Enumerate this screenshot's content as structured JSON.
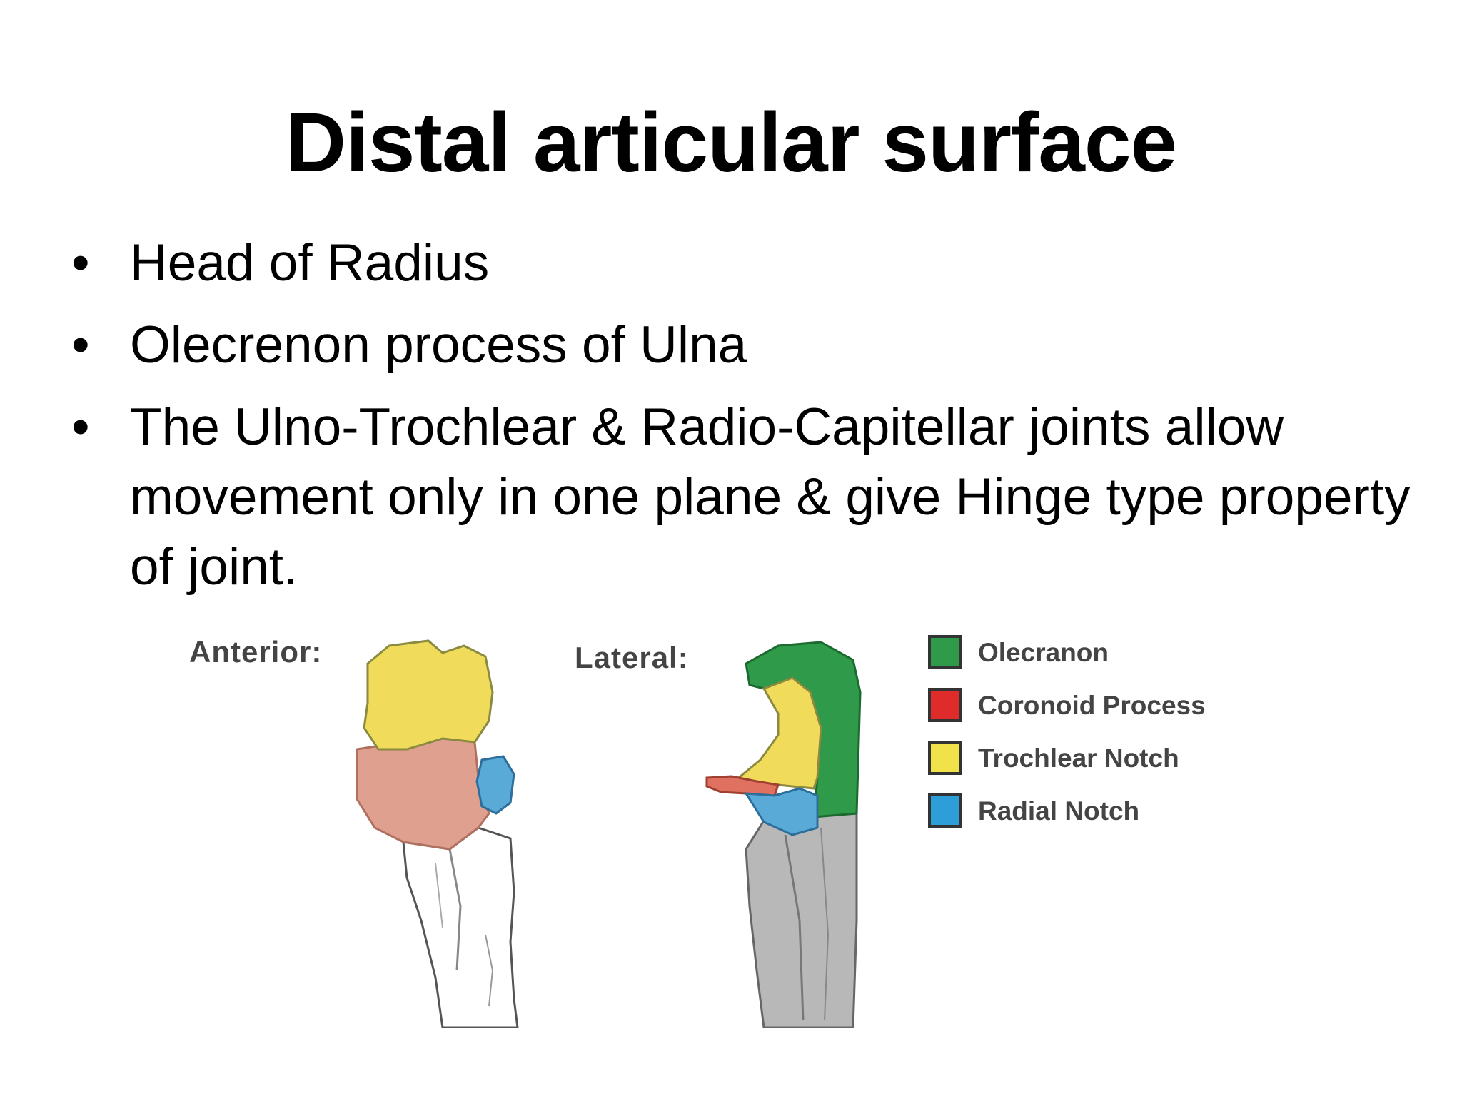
{
  "slide": {
    "title": "Distal articular surface",
    "bullets": [
      "Head of Radius",
      "Olecrenon process of Ulna",
      "The Ulno-Trochlear & Radio-Capitellar joints allow movement only in one plane & give Hinge type property of joint."
    ],
    "bullet_glyph": "•"
  },
  "figure": {
    "anterior_label": "Anterior:",
    "lateral_label": "Lateral:",
    "legend": [
      {
        "label": "Olecranon",
        "color": "#2e9a4a"
      },
      {
        "label": "Coronoid Process",
        "color": "#e02b2b"
      },
      {
        "label": "Trochlear Notch",
        "color": "#f2e24a"
      },
      {
        "label": "Radial Notch",
        "color": "#2e9ed8"
      }
    ],
    "colors": {
      "olecranon": "#2e9a4a",
      "trochlear": "#f0dc5a",
      "radial": "#5aaad8",
      "coronoid_anterior": "#e0a090",
      "bone": "#ffffff",
      "bone_lateral": "#b8b8b8"
    }
  }
}
